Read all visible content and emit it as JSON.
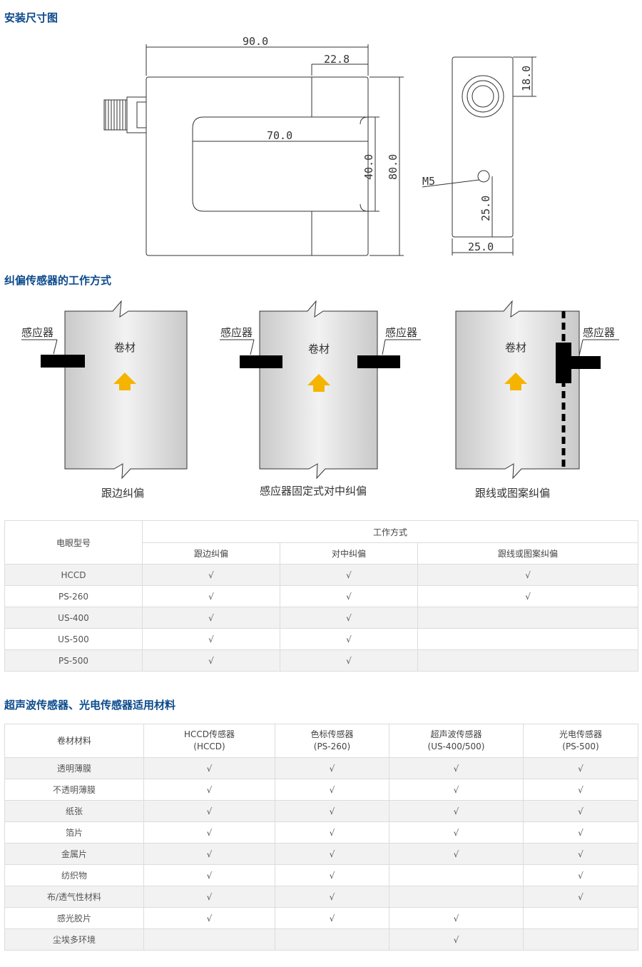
{
  "sections": {
    "dimensions_title": "安装尺寸图",
    "modes_title": "纠偏传感器的工作方式",
    "materials_title": "超声波传感器、光电传感器适用材料"
  },
  "dimension_drawing": {
    "width_total": "90.0",
    "slot_offset": "22.8",
    "slot_depth": "70.0",
    "slot_width": "40.0",
    "height_total": "80.0",
    "side_top": "18.0",
    "thread": "M5",
    "side_hole_height": "25.0",
    "side_width": "25.0"
  },
  "modes": [
    {
      "caption": "跟边纠偏",
      "material_label": "卷材",
      "sensor_labels": [
        "感应器"
      ]
    },
    {
      "caption": "感应器固定式对中纠偏",
      "material_label": "卷材",
      "sensor_labels": [
        "感应器",
        "感应器"
      ]
    },
    {
      "caption": "跟线或图案纠偏",
      "material_label": "卷材",
      "sensor_labels": [
        "感应器"
      ]
    }
  ],
  "colors": {
    "title": "#0b4a8b",
    "arrow": "#f5b400",
    "sensor": "#000000",
    "web": "#d9d9d9"
  },
  "table1": {
    "header_model": "电眼型号",
    "header_mode": "工作方式",
    "sub_headers": [
      "跟边纠偏",
      "对中纠偏",
      "跟线或图案纠偏"
    ],
    "rows": [
      {
        "model": "HCCD",
        "c1": "√",
        "c2": "√",
        "c3": "√"
      },
      {
        "model": "PS-260",
        "c1": "√",
        "c2": "√",
        "c3": "√"
      },
      {
        "model": "US-400",
        "c1": "√",
        "c2": "√",
        "c3": ""
      },
      {
        "model": "US-500",
        "c1": "√",
        "c2": "√",
        "c3": ""
      },
      {
        "model": "PS-500",
        "c1": "√",
        "c2": "√",
        "c3": ""
      }
    ]
  },
  "table2": {
    "header_material": "卷材材料",
    "headers": [
      {
        "line1": "HCCD传感器",
        "line2": "(HCCD)"
      },
      {
        "line1": "色标传感器",
        "line2": "(PS-260)"
      },
      {
        "line1": "超声波传感器",
        "line2": "(US-400/500)"
      },
      {
        "line1": "光电传感器",
        "line2": "(PS-500)"
      }
    ],
    "rows": [
      {
        "material": "透明薄膜",
        "c1": "√",
        "c2": "√",
        "c3": "√",
        "c4": "√"
      },
      {
        "material": "不透明薄膜",
        "c1": "√",
        "c2": "√",
        "c3": "√",
        "c4": "√"
      },
      {
        "material": "纸张",
        "c1": "√",
        "c2": "√",
        "c3": "√",
        "c4": "√"
      },
      {
        "material": "箔片",
        "c1": "√",
        "c2": "√",
        "c3": "√",
        "c4": "√"
      },
      {
        "material": "金属片",
        "c1": "√",
        "c2": "√",
        "c3": "√",
        "c4": "√"
      },
      {
        "material": "纺织物",
        "c1": "√",
        "c2": "√",
        "c3": "",
        "c4": "√"
      },
      {
        "material": "布/透气性材料",
        "c1": "√",
        "c2": "√",
        "c3": "",
        "c4": "√"
      },
      {
        "material": "感光胶片",
        "c1": "√",
        "c2": "√",
        "c3": "√",
        "c4": ""
      },
      {
        "material": "尘埃多环境",
        "c1": "",
        "c2": "",
        "c3": "√",
        "c4": ""
      }
    ]
  }
}
